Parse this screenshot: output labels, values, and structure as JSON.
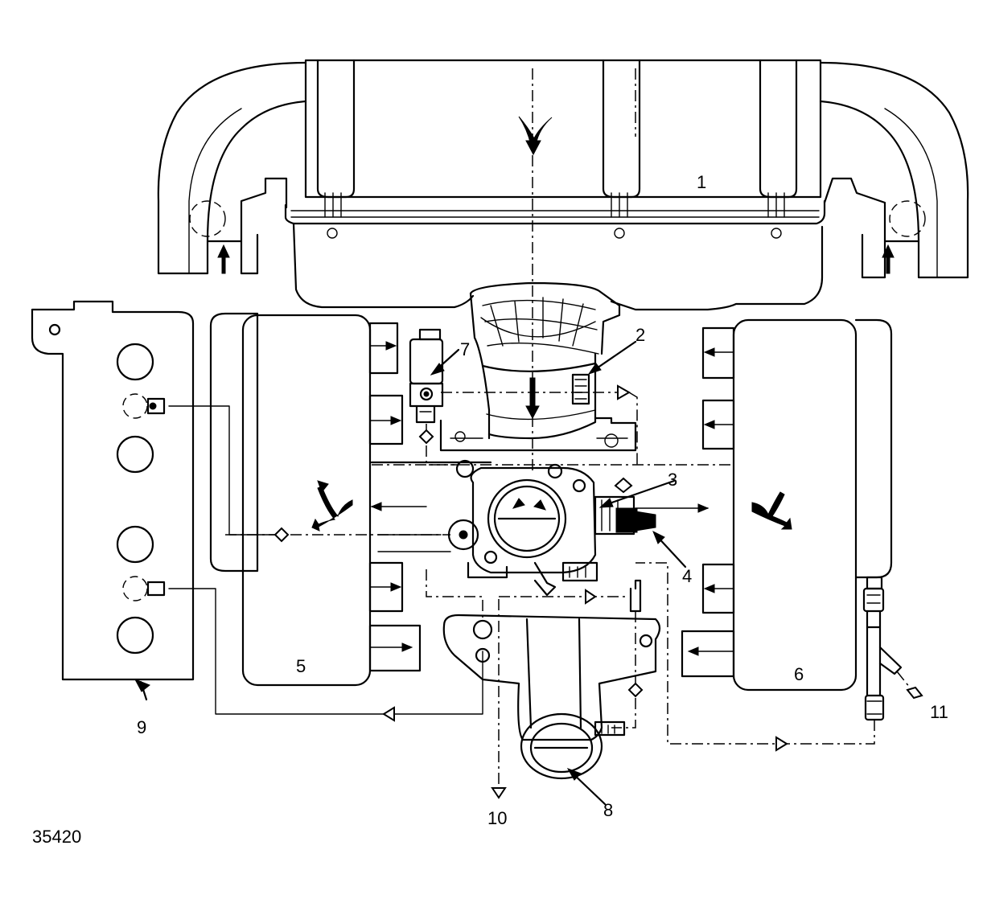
{
  "figure": {
    "id": "35420"
  },
  "callouts": {
    "c1": "1",
    "c2": "2",
    "c3": "3",
    "c4": "4",
    "c5": "5",
    "c6": "6",
    "c7": "7",
    "c8": "8",
    "c9": "9",
    "c10": "10",
    "c11": "11"
  },
  "icons": {
    "flow_arrow": "open-arrow-icon",
    "airflow_arrow": "solid-arrow-icon"
  }
}
